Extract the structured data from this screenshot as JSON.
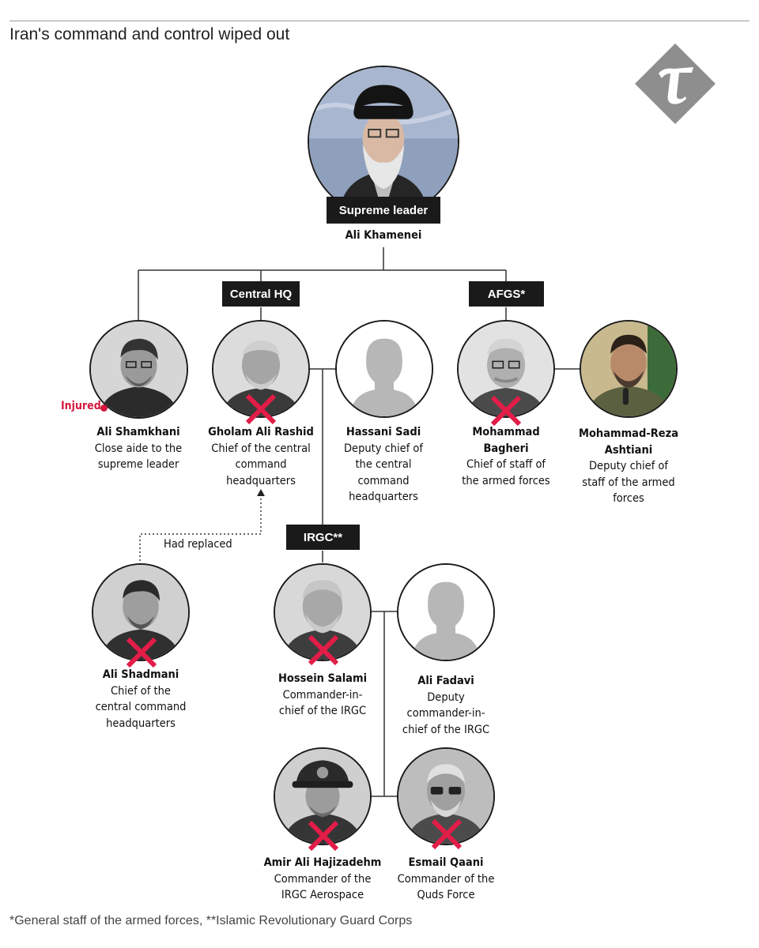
{
  "title": "Iran's command and control wiped out",
  "footnote": "*General staff of the armed forces, **Islamic Revolutionary Guard Corps",
  "tags": {
    "supreme": "Supreme leader",
    "central": "Central HQ",
    "afgs": "AFGS*",
    "irgc": "IRGC**"
  },
  "labels": {
    "injured": "Injured",
    "had_replaced": "Had replaced"
  },
  "colors": {
    "cross": "#e11d48",
    "injured": "#d4163c",
    "tag_bg": "#1a1a1a"
  },
  "people": {
    "khamenei": {
      "name": "Ali Khamenei",
      "role": []
    },
    "shamkhani": {
      "name": "Ali Shamkhani",
      "role": [
        "Close aide to the",
        "supreme leader"
      ],
      "status": "injured"
    },
    "rashid": {
      "name": "Gholam Ali Rashid",
      "role": [
        "Chief of the central",
        "command",
        "headquarters"
      ],
      "status": "killed"
    },
    "sadi": {
      "name": "Hassani Sadi",
      "role": [
        "Deputy chief of",
        "the central",
        "command",
        "headquarters"
      ]
    },
    "bagheri": {
      "name": [
        "Mohammad",
        "Bagheri"
      ],
      "role": [
        "Chief of staff of",
        "the armed forces"
      ],
      "status": "killed"
    },
    "ashtiani": {
      "name": [
        "Mohammad-Reza",
        "Ashtiani"
      ],
      "role": [
        "Deputy chief of",
        "staff of the armed",
        "forces"
      ]
    },
    "shadmani": {
      "name": "Ali Shadmani",
      "role": [
        "Chief of the",
        "central command",
        "headquarters"
      ],
      "status": "killed"
    },
    "salami": {
      "name": "Hossein Salami",
      "role": [
        "Commander-in-",
        "chief of the IRGC"
      ],
      "status": "killed"
    },
    "fadavi": {
      "name": "Ali Fadavi",
      "role": [
        "Deputy",
        "commander-in-",
        "chief of the IRGC"
      ]
    },
    "hajizadeh": {
      "name": "Amir Ali Hajizadehm",
      "role": [
        "Commander of the",
        "IRGC Aerospace"
      ],
      "status": "killed"
    },
    "qaani": {
      "name": "Esmail Qaani",
      "role": [
        "Commander of the",
        "Quds Force"
      ],
      "status": "killed"
    }
  }
}
